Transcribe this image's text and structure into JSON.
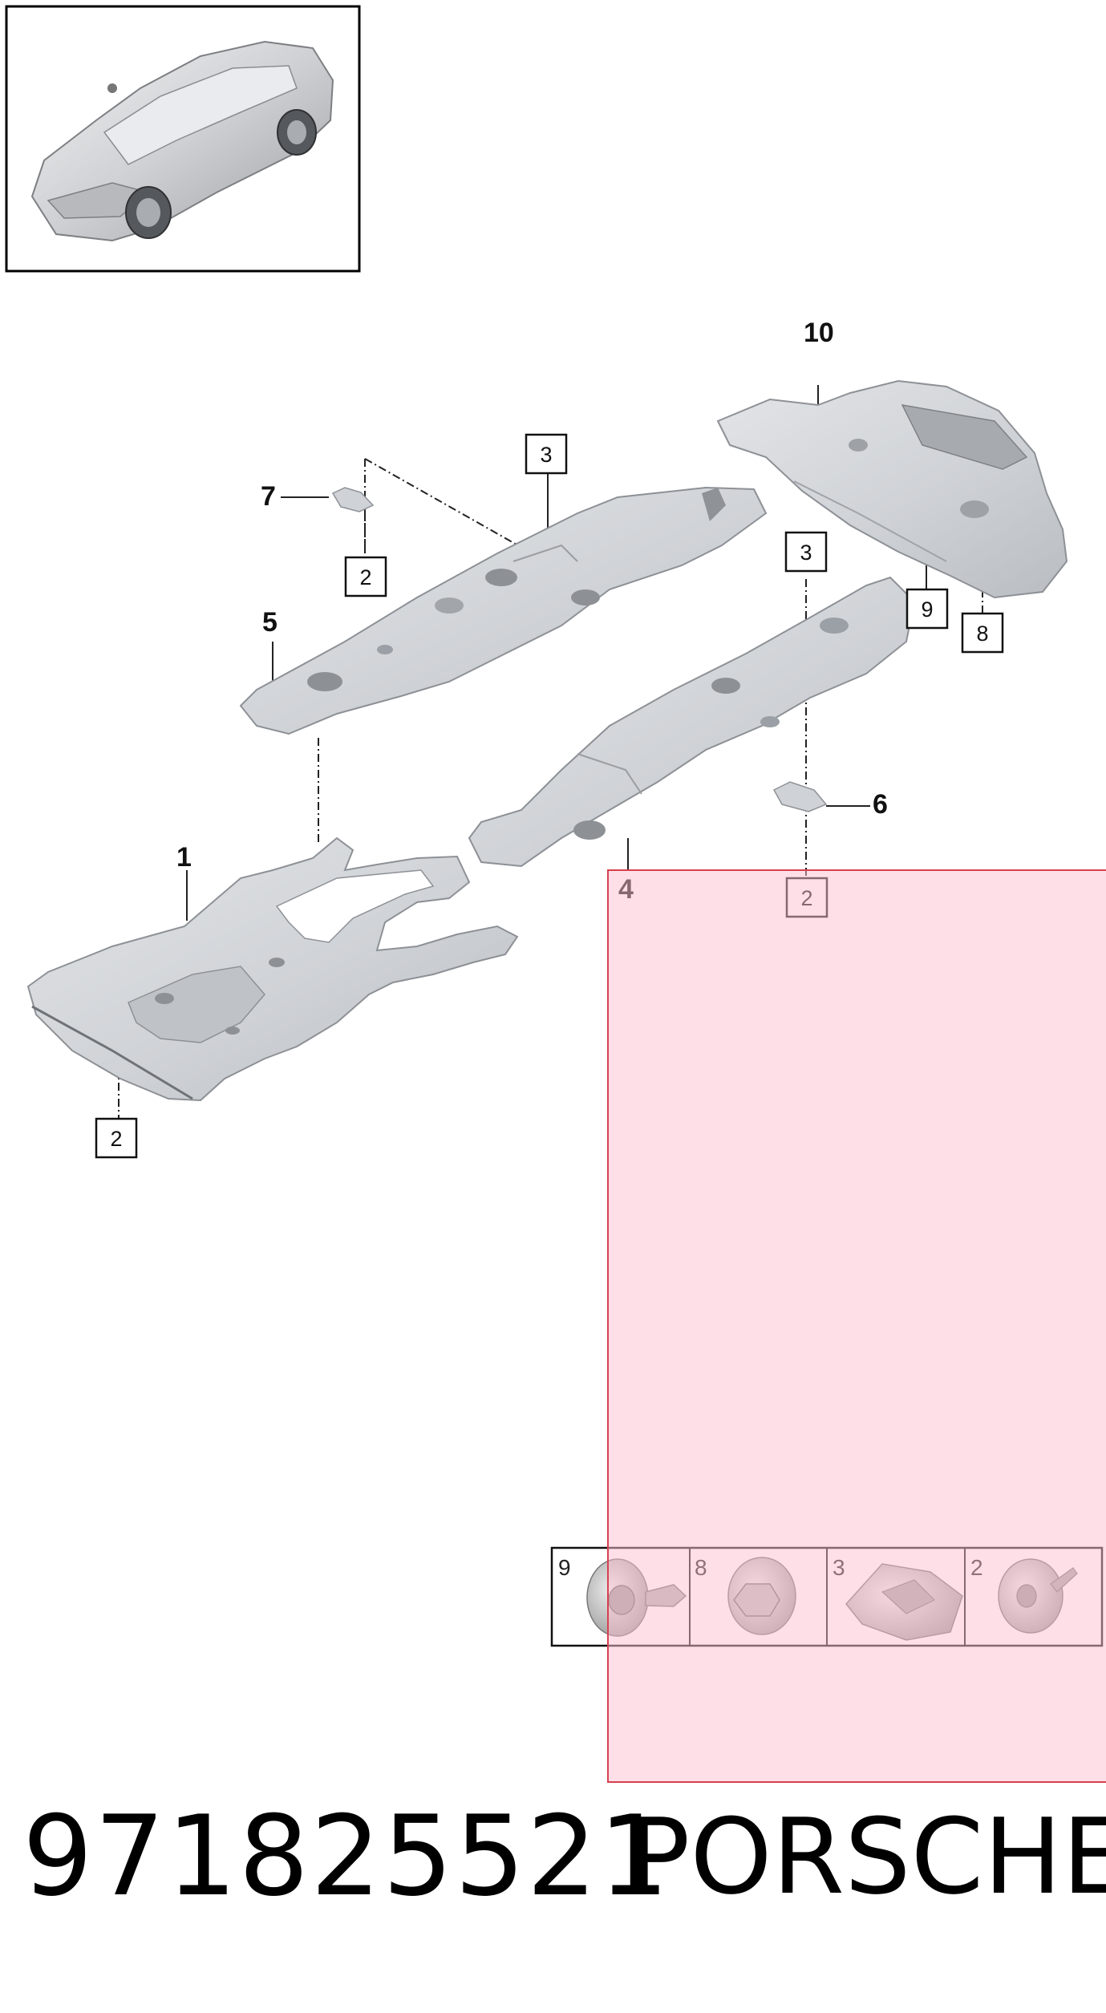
{
  "callouts": {
    "c1": "1",
    "c4": "4",
    "c5": "5",
    "c6": "6",
    "c7": "7",
    "c10": "10"
  },
  "boxed_refs": {
    "b2_left": "2",
    "b2_top": "2",
    "b2_right": "2",
    "b3_left": "3",
    "b3_right": "3",
    "b8": "8",
    "b9": "9"
  },
  "hardware_strip": [
    {
      "number": "9",
      "icon": "bolt-icon"
    },
    {
      "number": "8",
      "icon": "hex-nut-icon"
    },
    {
      "number": "3",
      "icon": "clip-nut-icon"
    },
    {
      "number": "2",
      "icon": "screw-icon"
    }
  ],
  "footer": {
    "part_number": "971825521",
    "brand": "PORSCHE"
  },
  "colors": {
    "overlay_fill": "#ffdde6",
    "overlay_border": "#d6404e",
    "panel_fill": "#d3d5d8",
    "panel_edge": "#8d9196"
  }
}
